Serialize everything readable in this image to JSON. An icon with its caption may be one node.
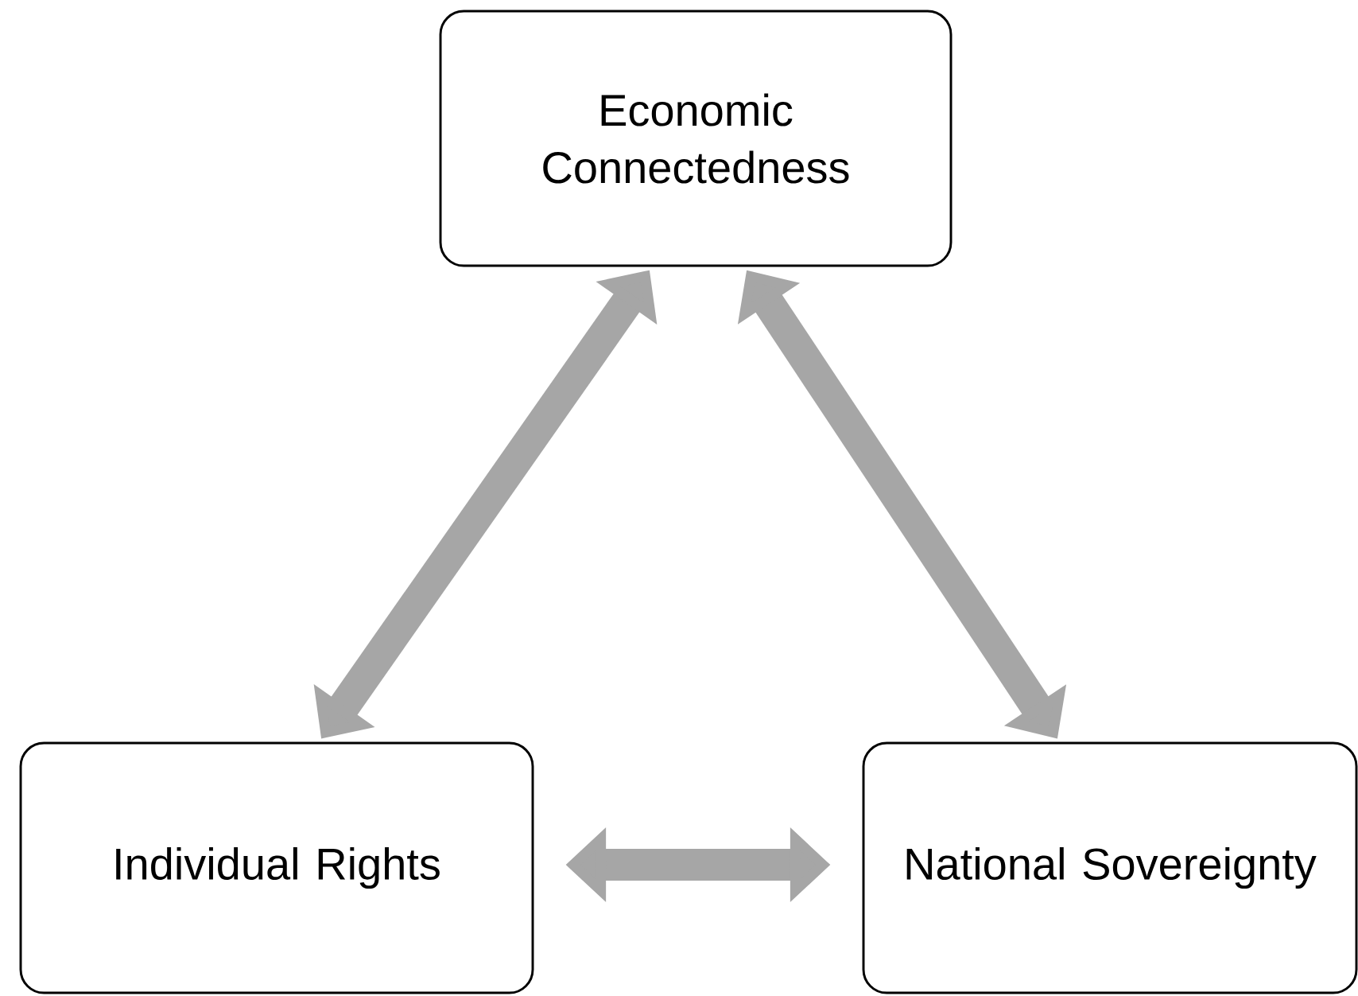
{
  "diagram": {
    "nodes": [
      {
        "text": [
          "Economic Connectedness"
        ]
      },
      {
        "text": [
          "Individual Rights"
        ]
      },
      {
        "text": [
          "National Sovereignty"
        ]
      }
    ],
    "edges": [
      {
        "from": 1,
        "to": 0,
        "arrow": "both"
      },
      {
        "from": 0,
        "to": 2,
        "arrow": "both"
      },
      {
        "from": 1,
        "to": 2,
        "arrow": "both"
      }
    ]
  }
}
